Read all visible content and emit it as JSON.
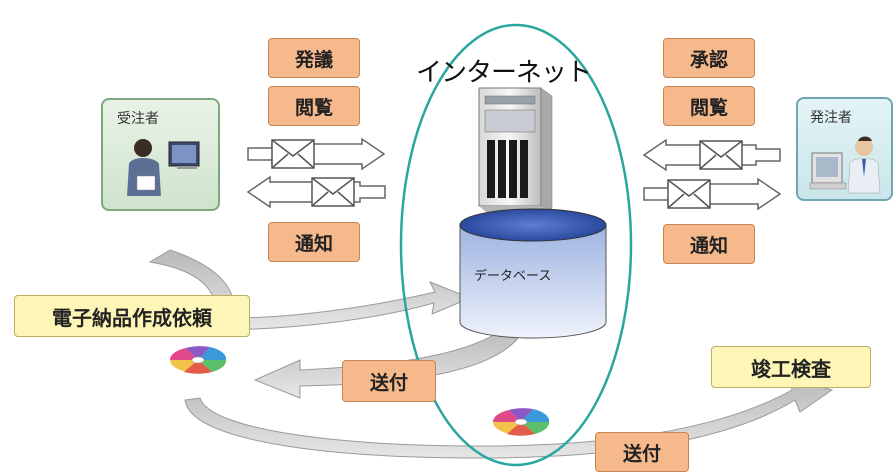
{
  "title": "インターネット",
  "database_label": "データベース",
  "contractor": {
    "label": "受注者"
  },
  "client": {
    "label": "発注者"
  },
  "left_labels": {
    "top1": "発議",
    "top2": "閲覧",
    "bottom": "通知"
  },
  "right_labels": {
    "top1": "承認",
    "top2": "閲覧",
    "bottom": "通知"
  },
  "request_label": "電子納品作成依頼",
  "send_label_1": "送付",
  "send_label_2": "送付",
  "inspection_label": "竣工検査",
  "colors": {
    "ellipse": "#2aa6a0",
    "orange_box": "#f6b98c",
    "yellow_box": "#fdf6b6",
    "db_top": "#2a4fa8"
  }
}
